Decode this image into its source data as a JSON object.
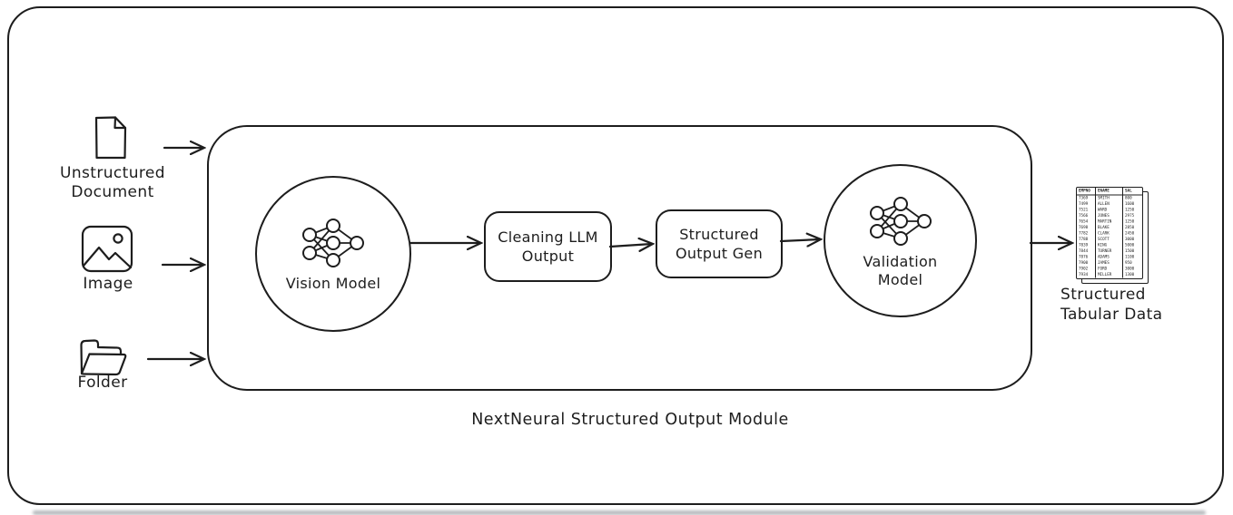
{
  "diagram": {
    "background": "#ffffff",
    "stroke_color": "#1d1d1d",
    "caption": "NextNeural Structured Output Module"
  },
  "inputs": [
    {
      "id": "unstructured-document",
      "icon": "document-icon",
      "label": "Unstructured\nDocument"
    },
    {
      "id": "image",
      "icon": "image-icon",
      "label": "Image"
    },
    {
      "id": "folder",
      "icon": "folder-icon",
      "label": "Folder"
    }
  ],
  "pipeline": {
    "vision_model": {
      "shape": "circle",
      "icon": "neural-network-icon",
      "label": "Vision Model"
    },
    "cleaning_llm_output": {
      "shape": "rounded-rect",
      "label": "Cleaning LLM\nOutput"
    },
    "structured_output_gen": {
      "shape": "rounded-rect",
      "label": "Structured\nOutput Gen"
    },
    "validation_model": {
      "shape": "circle",
      "icon": "neural-network-icon",
      "label": "Validation\nModel"
    }
  },
  "output": {
    "label": "Structured\nTabular Data",
    "table": {
      "headers": [
        "EMPNO",
        "ENAME",
        "SAL"
      ],
      "rows": [
        [
          "7369",
          "SMITH",
          "800"
        ],
        [
          "7499",
          "ALLEN",
          "1600"
        ],
        [
          "7521",
          "WARD",
          "1250"
        ],
        [
          "7566",
          "JONES",
          "2975"
        ],
        [
          "7654",
          "MARTIN",
          "1250"
        ],
        [
          "7698",
          "BLAKE",
          "2850"
        ],
        [
          "7782",
          "CLARK",
          "2450"
        ],
        [
          "7788",
          "SCOTT",
          "3000"
        ],
        [
          "7839",
          "KING",
          "5000"
        ],
        [
          "7844",
          "TURNER",
          "1500"
        ],
        [
          "7876",
          "ADAMS",
          "1100"
        ],
        [
          "7900",
          "JAMES",
          "950"
        ],
        [
          "7902",
          "FORD",
          "3000"
        ],
        [
          "7934",
          "MILLER",
          "1300"
        ]
      ]
    }
  }
}
